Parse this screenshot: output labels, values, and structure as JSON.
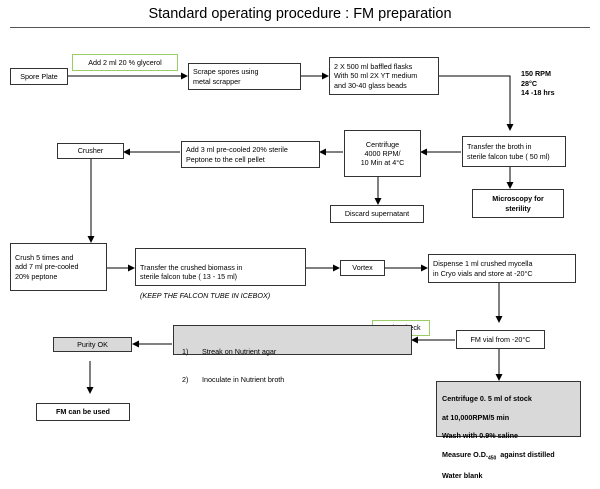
{
  "title": "Standard operating procedure : FM preparation",
  "boxes": {
    "spore_plate": "Spore Plate",
    "add_glycerol": "Add 2 ml 20 % glycerol",
    "scrape": "Scrape spores using\nmetal scrapper",
    "flasks": "2 X 500 ml baffled flasks\nWith 50 ml 2X YT medium\nand 30-40 glass beads",
    "conditions": "150 RPM\n28°C\n14 -18 hrs",
    "transfer_broth": "Transfer the broth in\nsterile falcon tube ( 50 ml)",
    "microscopy": "Microscopy for\nsterility",
    "centrifuge": "Centrifuge\n4000 RPM/\n10 Min at 4°C",
    "discard": "Discard supernatant",
    "add_peptone": "Add 3 ml  pre-cooled 20% sterile\nPeptone to the cell pellet",
    "crusher": "Crusher",
    "crush": "Crush 5 times and\nadd 7 ml pre-cooled\n20% peptone",
    "transfer_biomass": "Transfer the crushed biomass in\nsterile falcon tube ( 13 - 15 ml)",
    "transfer_biomass_note": "(KEEP THE FALCON TUBE IN ICEBOX)",
    "vortex": "Vortex",
    "dispense": "Dispense 1 ml crushed mycella\nin Cryo vials and store at -20°C",
    "purity_check": "Purity check",
    "fm_vial": "FM vial from -20°C",
    "streak_1_num": "1)",
    "streak_1": "Streak on Nutrient agar",
    "streak_2_num": "2)",
    "streak_2": "Inoculate in Nutrient broth",
    "purity_ok": "Purity OK",
    "fm_used": "FM can be used",
    "centrifuge_stock_1": "Centrifuge 0. 5 ml of stock",
    "centrifuge_stock_2": "at 10,000RPM/5 min",
    "centrifuge_stock_3": "Wash with 0.9% saline",
    "centrifuge_stock_4a": "Measure O.D.",
    "centrifuge_stock_4sub": "450",
    "centrifuge_stock_4b": "  against distilled",
    "centrifuge_stock_5": "Water blank"
  }
}
